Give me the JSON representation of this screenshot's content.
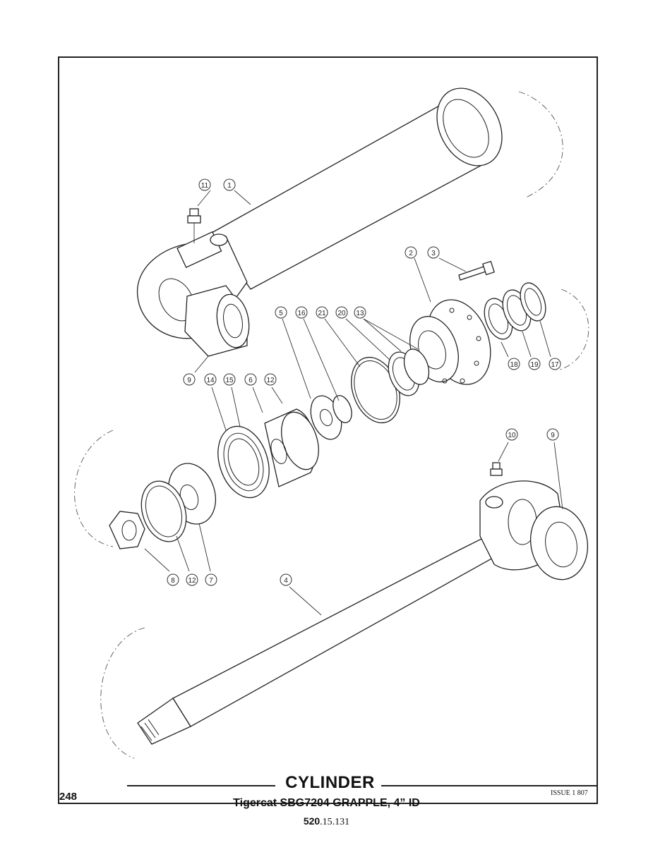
{
  "page": {
    "title": "CYLINDER",
    "subtitle": "Tigercat SBG7204 GRAPPLE, 4” ID",
    "page_number": "248",
    "issue": "ISSUE 1 807",
    "doc_code_prefix": "520",
    "doc_code_suffix": ".15.131"
  },
  "callouts": [
    {
      "id": "c11",
      "label": "11"
    },
    {
      "id": "c1",
      "label": "1"
    },
    {
      "id": "c2",
      "label": "2"
    },
    {
      "id": "c3",
      "label": "3"
    },
    {
      "id": "c5",
      "label": "5"
    },
    {
      "id": "c16",
      "label": "16"
    },
    {
      "id": "c21",
      "label": "21"
    },
    {
      "id": "c20",
      "label": "20"
    },
    {
      "id": "c13",
      "label": "13"
    },
    {
      "id": "c18",
      "label": "18"
    },
    {
      "id": "c19",
      "label": "19"
    },
    {
      "id": "c17",
      "label": "17"
    },
    {
      "id": "c9a",
      "label": "9"
    },
    {
      "id": "c14",
      "label": "14"
    },
    {
      "id": "c15",
      "label": "15"
    },
    {
      "id": "c6",
      "label": "6"
    },
    {
      "id": "c12a",
      "label": "12"
    },
    {
      "id": "c10",
      "label": "10"
    },
    {
      "id": "c9b",
      "label": "9"
    },
    {
      "id": "c8",
      "label": "8"
    },
    {
      "id": "c12b",
      "label": "12"
    },
    {
      "id": "c7",
      "label": "7"
    },
    {
      "id": "c4",
      "label": "4"
    }
  ]
}
